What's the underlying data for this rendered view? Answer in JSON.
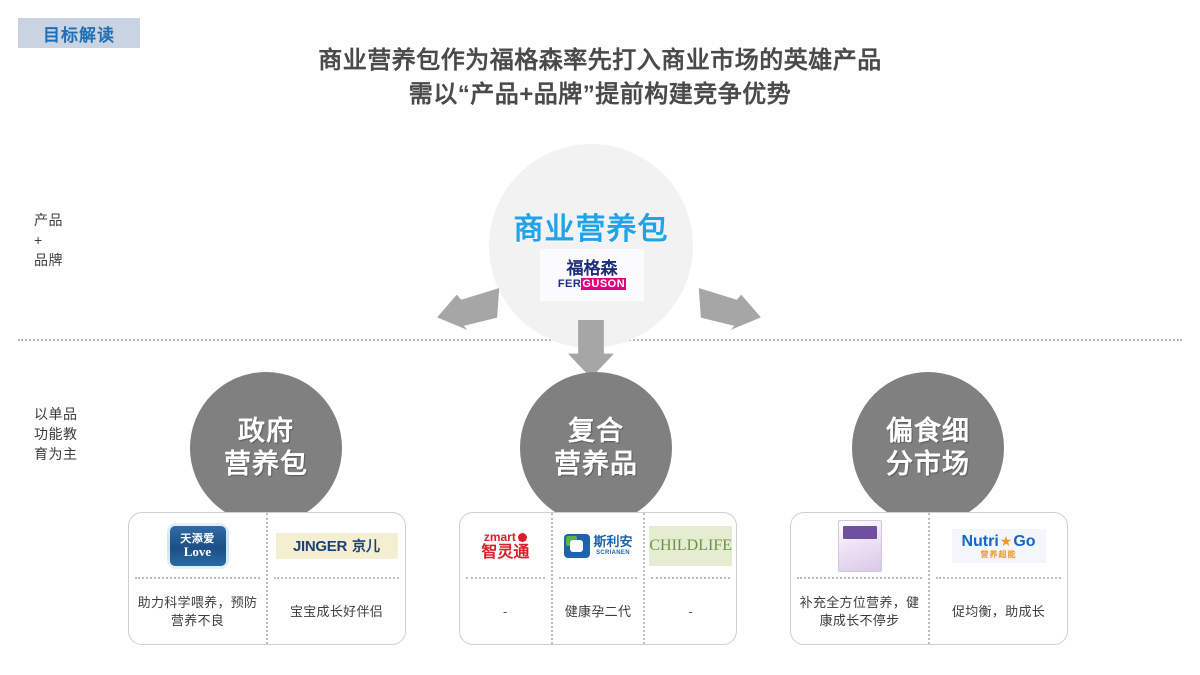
{
  "section_tag": "目标解读",
  "title": {
    "line1": "商业营养包作为福格森率先打入商业市场的英雄产品",
    "line2": "需以“产品+品牌”提前构建竞争优势"
  },
  "axis_labels": {
    "top": "产品\n+\n品牌",
    "top_l1": "产品",
    "top_l2": "+",
    "top_l3": "品牌",
    "bottom_l1": "以单品",
    "bottom_l2": "功能教",
    "bottom_l3": "育为主"
  },
  "hero": {
    "title": "商业营养包",
    "logo_cn": "福格森",
    "logo_en_a": "FER",
    "logo_en_b": "GUSON"
  },
  "arrows": {
    "left": "arrow-down-left",
    "down": "arrow-down",
    "right": "arrow-down-right"
  },
  "categories": [
    {
      "line1": "政府",
      "line2": "营养包"
    },
    {
      "line1": "复合",
      "line2": "营养品"
    },
    {
      "line1": "偏食细",
      "line2": "分市场"
    }
  ],
  "cards": [
    {
      "columns": [
        {
          "logo_name": "tianlove-logo",
          "logo_cn": "天添爱",
          "logo_en": "Love",
          "slogan": "助力科学喂养，预防营养不良"
        },
        {
          "logo_name": "jinger-logo",
          "logo_en": "JINGER",
          "logo_cn": "京儿",
          "slogan": "宝宝成长好伴侣"
        }
      ]
    },
    {
      "columns": [
        {
          "logo_name": "zmart-logo",
          "logo_en": "zmart",
          "logo_cn": "智灵通",
          "slogan": "-"
        },
        {
          "logo_name": "srianen-logo",
          "logo_cn": "斯利安",
          "logo_en": "SCRIANEN",
          "slogan": "健康孕二代"
        },
        {
          "logo_name": "childlife-logo",
          "logo_en": "CHILDLIFE",
          "slogan": "-"
        }
      ]
    },
    {
      "columns": [
        {
          "logo_name": "product-box",
          "slogan": "补充全方位营养，健康成长不停步"
        },
        {
          "logo_name": "nutrigo-logo",
          "logo_en_a": "Nutri",
          "logo_en_b": "Go",
          "logo_cn": "营养超能",
          "slogan": "促均衡，助成长"
        }
      ]
    }
  ],
  "colors": {
    "tag_bg": "#c9d3e2",
    "tag_text": "#1f6fb5",
    "hero_text": "#20a3e8",
    "hero_circle": "#f2f2f2",
    "category_circle": "#808080",
    "arrow": "#a6a6a6",
    "title_text": "#4a4a4a"
  }
}
